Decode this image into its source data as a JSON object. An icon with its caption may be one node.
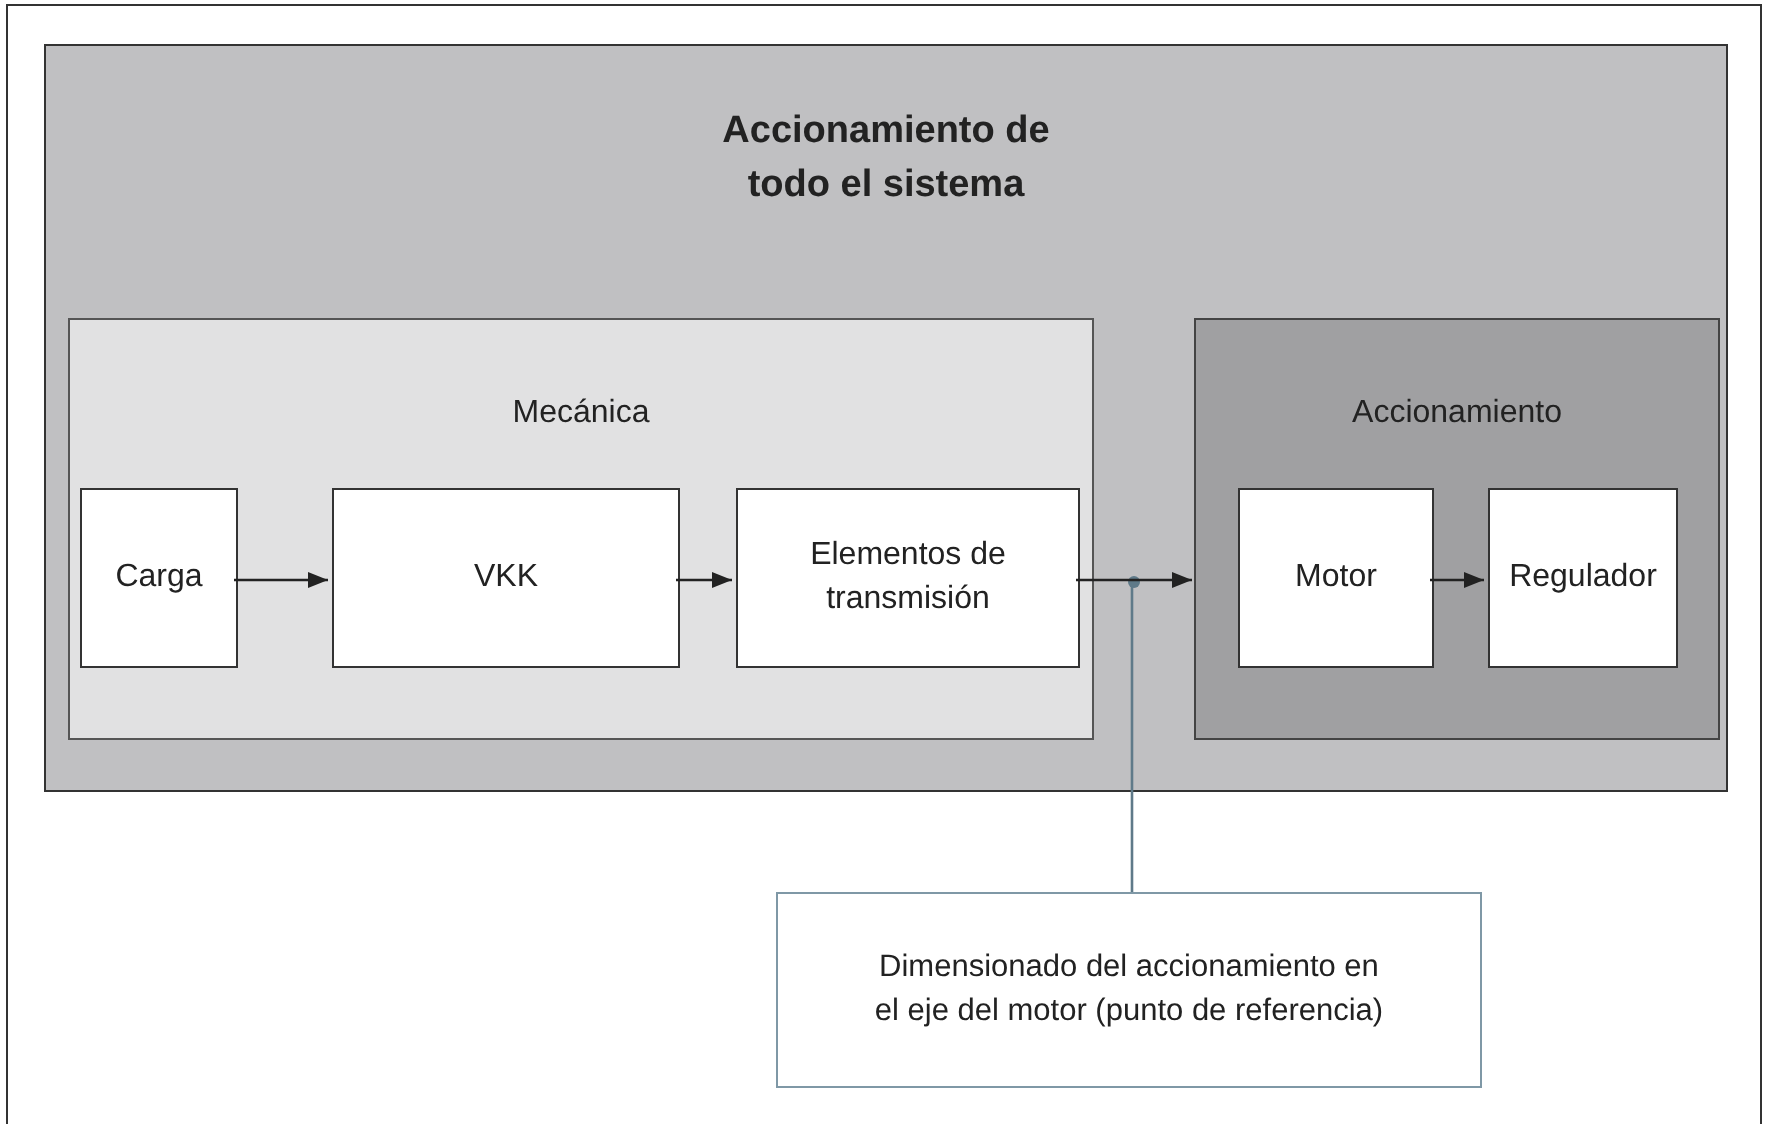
{
  "diagram": {
    "nodes": [
      {
        "text": [
          "Accionamiento de todo el sistema"
        ]
      },
      {
        "text": [
          "Mecánica"
        ],
        "in": 0
      },
      {
        "text": [
          "Carga"
        ],
        "in": 1
      },
      {
        "text": [
          "VKK"
        ],
        "in": 1
      },
      {
        "text": [
          "Elementos de transmisión"
        ],
        "in": 1
      },
      {
        "text": [
          "Accionamiento"
        ],
        "in": 0
      },
      {
        "text": [
          "Motor"
        ],
        "in": 5
      },
      {
        "text": [
          "Regulador"
        ],
        "in": 5
      },
      {
        "text": [
          "Dimensionado del accionamiento en el eje del motor (punto de referencia)"
        ]
      },
      {
        "text": [],
        "shape": "circle",
        "in": 0
      }
    ],
    "edges": [
      {
        "from": 2,
        "to": 3,
        "arrow": "to"
      },
      {
        "from": 3,
        "to": 4,
        "arrow": "to"
      },
      {
        "from": 4,
        "to": 5,
        "arrow": "to"
      },
      {
        "from": 6,
        "to": 7,
        "arrow": "to"
      },
      {
        "from": 8,
        "to": 9,
        "arrow": "none",
        "color": "#5f7a89"
      }
    ]
  }
}
